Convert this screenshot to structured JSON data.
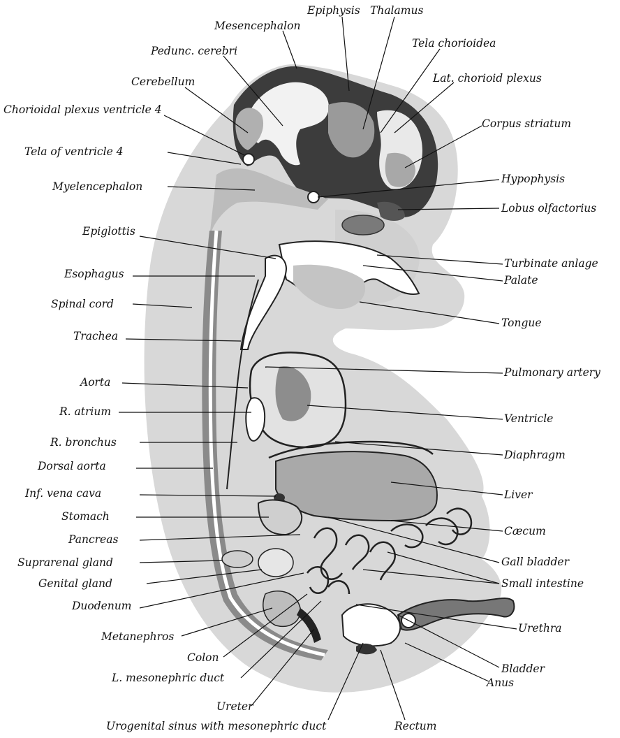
{
  "labels": {
    "epiphysis": "Epiphysis",
    "thalamus": "Thalamus",
    "mesencephalon": "Mesencephalon",
    "tela_chorioidea": "Tela chorioidea",
    "pedunc_cerebri": "Pedunc. cerebri",
    "lat_chorioid_plexus": "Lat. chorioid plexus",
    "cerebellum": "Cerebellum",
    "chorioidal_plexus_v4": "Chorioidal plexus ventricle 4",
    "corpus_striatum": "Corpus striatum",
    "tela_v4": "Tela of ventricle 4",
    "hypophysis": "Hypophysis",
    "myelencephalon": "Myelencephalon",
    "lobus_olfactorius": "Lobus olfactorius",
    "epiglottis": "Epiglottis",
    "turbinate_anlage": "Turbinate anlage",
    "esophagus": "Esophagus",
    "palate": "Palate",
    "spinal_cord": "Spinal cord",
    "tongue": "Tongue",
    "trachea": "Trachea",
    "pulmonary_artery": "Pulmonary artery",
    "aorta": "Aorta",
    "r_atrium": "R. atrium",
    "ventricle": "Ventricle",
    "r_bronchus": "R. bronchus",
    "diaphragm": "Diaphragm",
    "dorsal_aorta": "Dorsal aorta",
    "inf_vena_cava": "Inf. vena cava",
    "liver": "Liver",
    "stomach": "Stomach",
    "caecum": "Cæcum",
    "pancreas": "Pancreas",
    "suprarenal_gland": "Suprarenal gland",
    "gall_bladder": "Gall bladder",
    "genital_gland": "Genital gland",
    "small_intestine": "Small intestine",
    "duodenum": "Duodenum",
    "urethra": "Urethra",
    "metanephros": "Metanephros",
    "colon": "Colon",
    "bladder": "Bladder",
    "l_mesonephric_duct": "L. mesonephric duct",
    "anus": "Anus",
    "ureter": "Ureter",
    "urogenital_sinus": "Urogenital sinus with mesonephric duct",
    "rectum": "Rectum"
  },
  "colors": {
    "outer_tissue": "#d9d9d9",
    "mid_tissue": "#9c9c9c",
    "dark_tissue": "#3a3a3a",
    "lumen": "#ffffff",
    "ink": "#111111"
  }
}
